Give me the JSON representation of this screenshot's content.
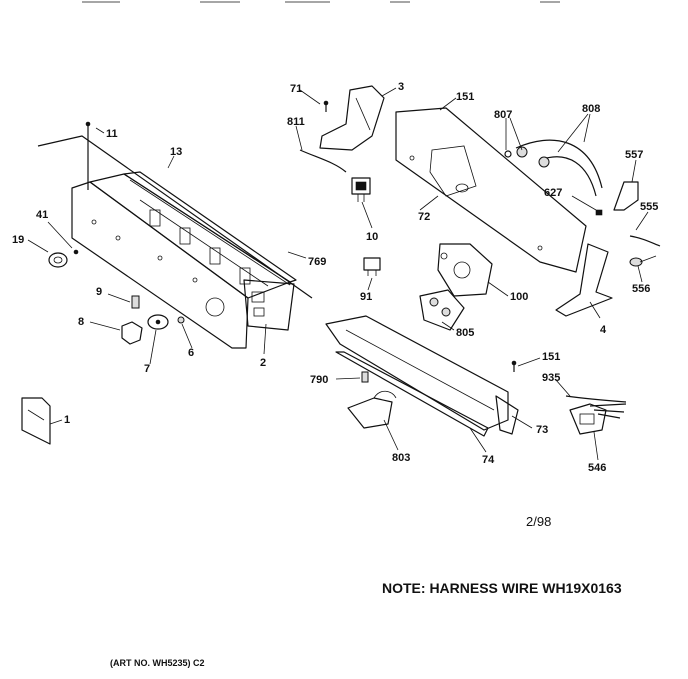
{
  "labels": {
    "p71": "71",
    "p3": "3",
    "p151a": "151",
    "p807": "807",
    "p808": "808",
    "p811": "811",
    "p11": "11",
    "p13": "13",
    "p557": "557",
    "p627": "627",
    "p555": "555",
    "p556": "556",
    "p72": "72",
    "p10": "10",
    "p41": "41",
    "p19": "19",
    "p769": "769",
    "p91": "91",
    "p100": "100",
    "p9": "9",
    "p8": "8",
    "p6": "6",
    "p7": "7",
    "p2": "2",
    "p805": "805",
    "p4": "4",
    "p151b": "151",
    "p935": "935",
    "p790": "790",
    "p73": "73",
    "p1": "1",
    "p803": "803",
    "p74": "74",
    "p546": "546"
  },
  "date": "2/98",
  "note": "NOTE: HARNESS WIRE WH19X0163",
  "art_no": "(ART NO. WH5235) C2"
}
